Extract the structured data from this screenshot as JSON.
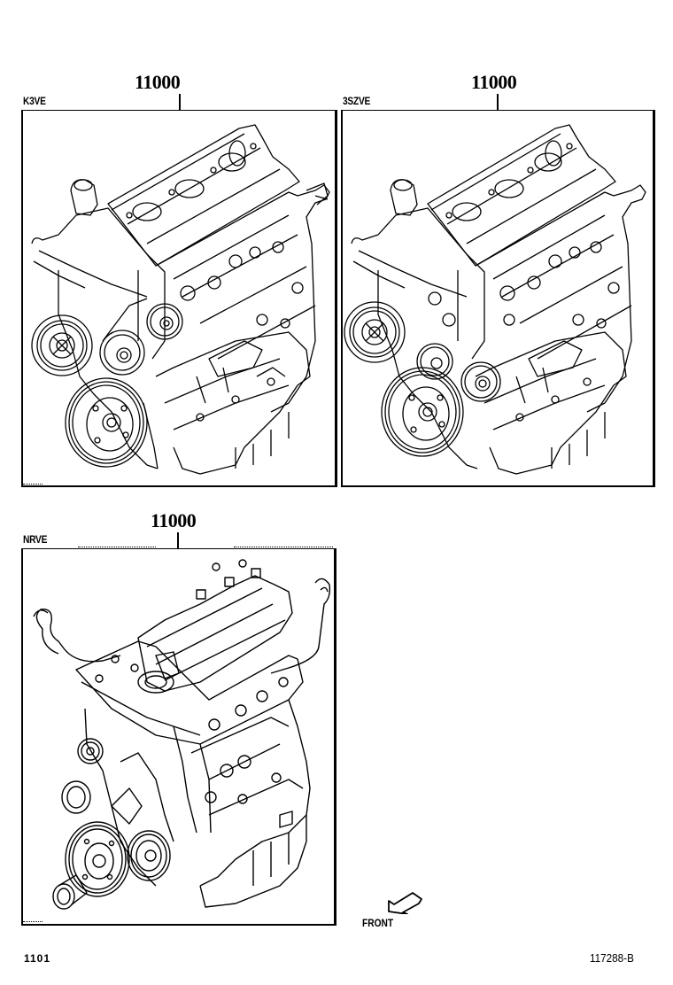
{
  "diagram": {
    "page_code": "1101",
    "illustration_id": "117288-B",
    "orientation": {
      "label": "FRONT",
      "icon": "front-arrow-icon"
    },
    "panels": [
      {
        "part_number": "11000",
        "engine_code": "K3VE",
        "illustration": "engine-assembly-k3ve"
      },
      {
        "part_number": "11000",
        "engine_code": "3SZVE",
        "illustration": "engine-assembly-3szve"
      },
      {
        "part_number": "11000",
        "engine_code": "NRVE",
        "illustration": "engine-assembly-nrve"
      }
    ],
    "colors": {
      "line": "#000000",
      "background": "#ffffff"
    }
  }
}
